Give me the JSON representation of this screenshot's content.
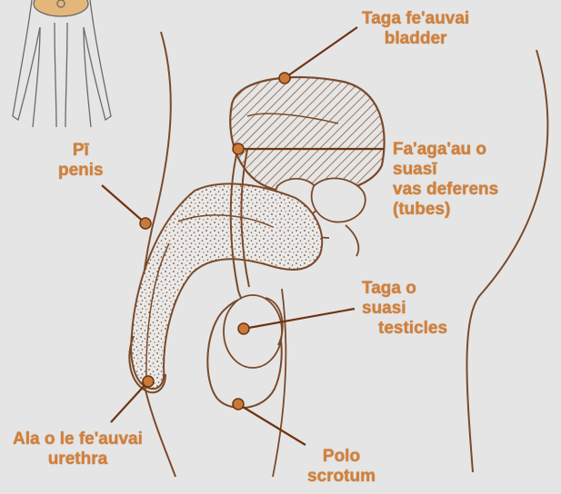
{
  "labels": {
    "bladder": {
      "samoan": "Taga fe'auvai",
      "english": "bladder"
    },
    "vas": {
      "line1": "Fa'aga'au o",
      "line2": "suasī",
      "line3": "vas deferens",
      "line4": "(tubes)"
    },
    "penis": {
      "samoan": "Pī",
      "english": "penis"
    },
    "testicles": {
      "line1": "Taga o",
      "line2": "suasi",
      "line3": "testicles"
    },
    "urethra": {
      "samoan": "Ala o le fe'auvai",
      "english": "urethra"
    },
    "scrotum": {
      "samoan": "Polo",
      "english": "scrotum"
    }
  },
  "colors": {
    "label": "#d2803a",
    "leader": "#6e3312",
    "marker": "#c97a36",
    "outline": "#7a4a2a",
    "background": "#e5e5e5"
  }
}
